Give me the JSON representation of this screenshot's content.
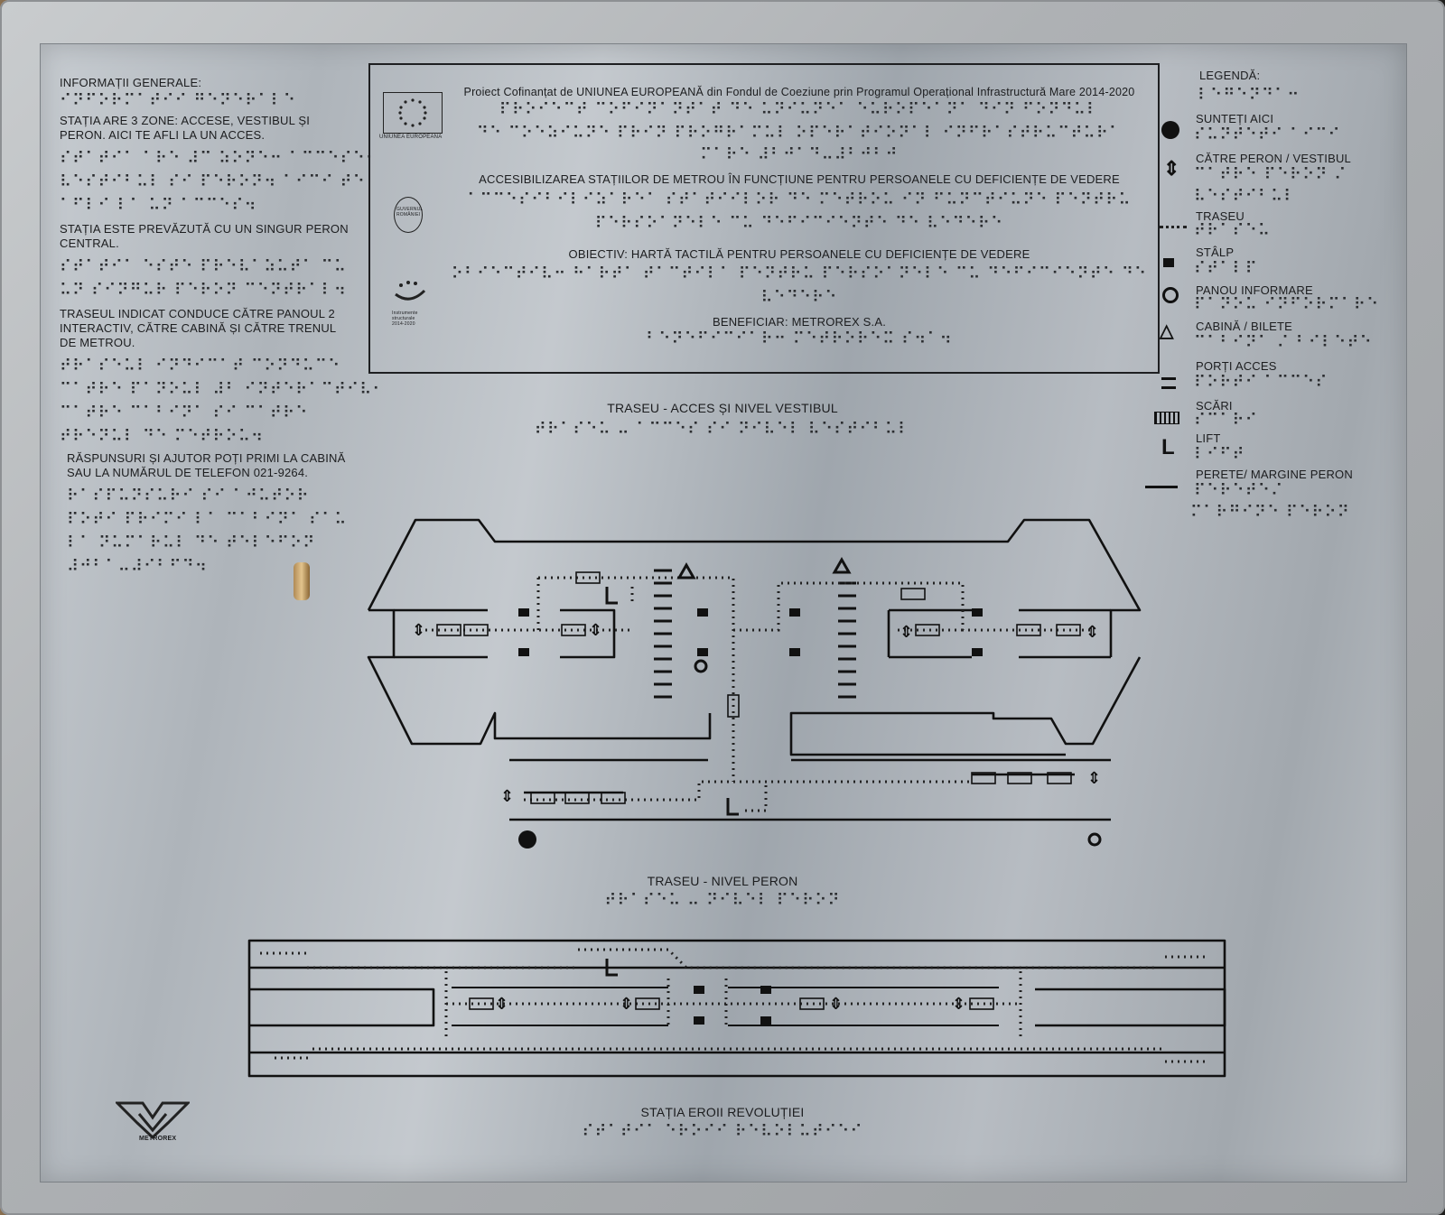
{
  "general": {
    "heading": "INFORMAȚII GENERALE:",
    "heading_braille": "⠊⠝⠋⠕⠗⠍⠁⠞⠊⠊ ⠛⠑⠝⠑⠗⠁⠇⠑",
    "p1": "STAȚIA ARE 3 ZONE: ACCESE, VESTIBUL ȘI PERON. AICI TE AFLI LA UN ACCES.",
    "p1_braille": [
      "⠎⠞⠁⠞⠊⠁ ⠁⠗⠑ ⠼⠉ ⠵⠕⠝⠑⠒ ⠁⠉⠉⠑⠎⠑⠂",
      "⠧⠑⠎⠞⠊⠃⠥⠇ ⠎⠊ ⠏⠑⠗⠕⠝⠲ ⠁⠊⠉⠊ ⠞⠑",
      "⠁⠋⠇⠊ ⠇⠁ ⠥⠝ ⠁⠉⠉⠑⠎⠲"
    ],
    "p2": "STAȚIA ESTE PREVĂZUTĂ CU UN SINGUR PERON CENTRAL.",
    "p2_braille": [
      "⠎⠞⠁⠞⠊⠁ ⠑⠎⠞⠑ ⠏⠗⠑⠧⠁⠵⠥⠞⠁ ⠉⠥",
      "⠥⠝ ⠎⠊⠝⠛⠥⠗ ⠏⠑⠗⠕⠝ ⠉⠑⠝⠞⠗⠁⠇⠲"
    ],
    "p3": "TRASEUL INDICAT CONDUCE CĂTRE PANOUL 2 INTERACTIV, CĂTRE CABINĂ ȘI CĂTRE TRENUL DE METROU.",
    "p3_braille": [
      "⠞⠗⠁⠎⠑⠥⠇ ⠊⠝⠙⠊⠉⠁⠞ ⠉⠕⠝⠙⠥⠉⠑",
      "⠉⠁⠞⠗⠑ ⠏⠁⠝⠕⠥⠇ ⠼⠃ ⠊⠝⠞⠑⠗⠁⠉⠞⠊⠧⠂",
      "⠉⠁⠞⠗⠑ ⠉⠁⠃⠊⠝⠁ ⠎⠊ ⠉⠁⠞⠗⠑",
      "⠞⠗⠑⠝⠥⠇ ⠙⠑ ⠍⠑⠞⠗⠕⠥⠲"
    ],
    "p4": "RĂSPUNSURI ȘI AJUTOR POȚI PRIMI LA CABINĂ SAU LA NUMĂRUL DE TELEFON 021-9264.",
    "p4_braille": [
      "⠗⠁⠎⠏⠥⠝⠎⠥⠗⠊ ⠎⠊ ⠁⠚⠥⠞⠕⠗",
      "⠏⠕⠞⠊ ⠏⠗⠊⠍⠊ ⠇⠁ ⠉⠁⠃⠊⠝⠁ ⠎⠁⠥",
      "⠇⠁ ⠝⠥⠍⠁⠗⠥⠇ ⠙⠑ ⠞⠑⠇⠑⠋⠕⠝",
      "⠼⠚⠃⠁⠤⠼⠊⠃⠋⠙⠲"
    ]
  },
  "project": {
    "title": "Proiect Cofinanțat de UNIUNEA EUROPEANĂ din Fondul de Coeziune prin Programul Operațional Infrastructură Mare 2014-2020",
    "title_braille": [
      "⠏⠗⠕⠊⠑⠉⠞ ⠉⠕⠋⠊⠝⠁⠝⠞⠁⠞ ⠙⠑ ⠥⠝⠊⠥⠝⠑⠁ ⠑⠥⠗⠕⠏⠑⠁⠝⠁ ⠙⠊⠝ ⠋⠕⠝⠙⠥⠇",
      "⠙⠑ ⠉⠕⠑⠵⠊⠥⠝⠑ ⠏⠗⠊⠝ ⠏⠗⠕⠛⠗⠁⠍⠥⠇ ⠕⠏⠑⠗⠁⠞⠊⠕⠝⠁⠇ ⠊⠝⠋⠗⠁⠎⠞⠗⠥⠉⠞⠥⠗⠁",
      "⠍⠁⠗⠑ ⠼⠃⠚⠁⠙⠤⠼⠃⠚⠃⠚"
    ],
    "eu_label": "UNIUNEA EUROPEANĂ",
    "gov_label": "GUVERNUL ROMÂNIEI",
    "fund_label": "Instrumente structurale 2014-2020",
    "access": "ACCESIBILIZAREA STAȚIILOR DE METROU ÎN FUNCȚIUNE PENTRU PERSOANELE CU DEFICIENȚE DE VEDERE",
    "access_braille": [
      "⠁⠉⠉⠑⠎⠊⠃⠊⠇⠊⠵⠁⠗⠑⠁ ⠎⠞⠁⠞⠊⠊⠇⠕⠗ ⠙⠑ ⠍⠑⠞⠗⠕⠥ ⠊⠝ ⠋⠥⠝⠉⠞⠊⠥⠝⠑ ⠏⠑⠝⠞⠗⠥",
      "⠏⠑⠗⠎⠕⠁⠝⠑⠇⠑ ⠉⠥ ⠙⠑⠋⠊⠉⠊⠑⠝⠞⠑ ⠙⠑ ⠧⠑⠙⠑⠗⠑"
    ],
    "objective": "OBIECTIV: HARTĂ TACTILĂ PENTRU PERSOANELE CU DEFICIENȚE DE VEDERE",
    "objective_braille": [
      "⠕⠃⠊⠑⠉⠞⠊⠧⠒ ⠓⠁⠗⠞⠁ ⠞⠁⠉⠞⠊⠇⠁ ⠏⠑⠝⠞⠗⠥ ⠏⠑⠗⠎⠕⠁⠝⠑⠇⠑ ⠉⠥ ⠙⠑⠋⠊⠉⠊⠑⠝⠞⠑ ⠙⠑",
      "⠧⠑⠙⠑⠗⠑"
    ],
    "beneficiary": "BENEFICIAR: METROREX S.A.",
    "beneficiary_braille": "⠃⠑⠝⠑⠋⠊⠉⠊⠁⠗⠒ ⠍⠑⠞⠗⠕⠗⠑⠭ ⠎⠲⠁⠲"
  },
  "legend": {
    "heading": "LEGENDĂ:",
    "heading_braille": "⠇⠑⠛⠑⠝⠙⠁⠒",
    "items": [
      {
        "label": "SUNTEȚI AICI",
        "braille": "⠎⠥⠝⠞⠑⠞⠊ ⠁⠊⠉⠊",
        "icon": "filled-circle-icon"
      },
      {
        "label": "CĂTRE PERON / VESTIBUL",
        "braille": "⠉⠁⠞⠗⠑ ⠏⠑⠗⠕⠝ ⠌",
        "braille2": "⠧⠑⠎⠞⠊⠃⠥⠇",
        "icon": "direction-arrows-icon"
      },
      {
        "label": "TRASEU",
        "braille": "⠞⠗⠁⠎⠑⠥",
        "icon": "dotted-path-icon"
      },
      {
        "label": "STÂLP",
        "braille": "⠎⠞⠁⠇⠏",
        "icon": "pillar-icon"
      },
      {
        "label": "PANOU  INFORMARE",
        "braille": "⠏⠁⠝⠕⠥ ⠊⠝⠋⠕⠗⠍⠁⠗⠑",
        "icon": "info-panel-icon"
      },
      {
        "label": "CABINĂ / BILETE",
        "braille": "⠉⠁⠃⠊⠝⠁ ⠌ ⠃⠊⠇⠑⠞⠑",
        "icon": "triangle-icon"
      },
      {
        "label": "PORȚI ACCES",
        "braille": "⠏⠕⠗⠞⠊ ⠁⠉⠉⠑⠎",
        "icon": "gate-icon"
      },
      {
        "label": "SCĂRI",
        "braille": "⠎⠉⠁⠗⠊",
        "icon": "stairs-icon"
      },
      {
        "label": "LIFT",
        "braille": "⠇⠊⠋⠞",
        "icon": "lift-icon"
      },
      {
        "label": "PERETE/ MARGINE PERON",
        "braille": "⠏⠑⠗⠑⠞⠑⠌",
        "braille2": "⠍⠁⠗⠛⠊⠝⠑ ⠏⠑⠗⠕⠝",
        "icon": "wall-line-icon"
      }
    ]
  },
  "map1": {
    "title": "TRASEU - ACCES ȘI NIVEL VESTIBUL",
    "braille": "⠞⠗⠁⠎⠑⠥ ⠤ ⠁⠉⠉⠑⠎ ⠎⠊ ⠝⠊⠧⠑⠇ ⠧⠑⠎⠞⠊⠃⠥⠇"
  },
  "map2": {
    "title": "TRASEU - NIVEL PERON",
    "braille": "⠞⠗⠁⠎⠑⠥ ⠤ ⠝⠊⠧⠑⠇ ⠏⠑⠗⠕⠝"
  },
  "station": {
    "name": "STAȚIA EROII REVOLUȚIEI",
    "braille": "⠎⠞⠁⠞⠊⠁ ⠑⠗⠕⠊⠊ ⠗⠑⠧⠕⠇⠥⠞⠊⠑⠊",
    "logo_text": "METROREX"
  }
}
